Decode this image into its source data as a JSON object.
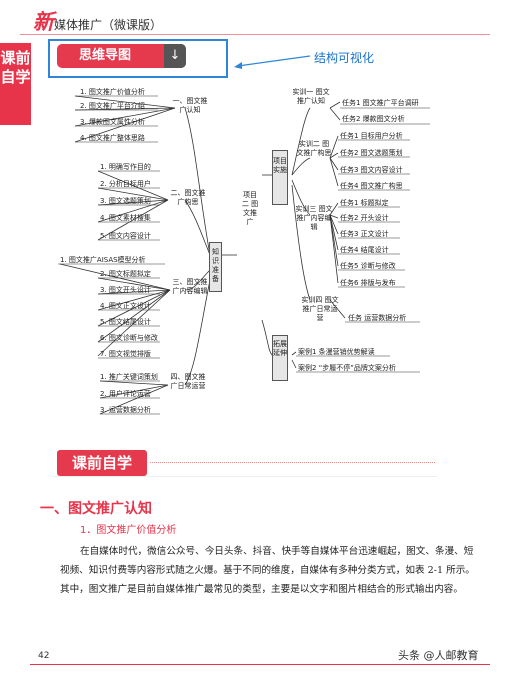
{
  "brand": {
    "big": "新",
    "rest": "媒体推广（微课版）"
  },
  "side_tab": "课前自学",
  "mindmap_button": {
    "label": "思维导图",
    "icon": "↓"
  },
  "callout": "结构可视化",
  "mindmap": {
    "center": "项目二 图文推广",
    "knowledge_branch": "知识准备",
    "practice_branch": "项目实施",
    "extend_branch": "拓展延伸",
    "k1": {
      "title": "一、图文推广认知",
      "items": [
        "1. 图文推广价值分析",
        "2. 图文推广平台介绍",
        "3. 爆款图文属性分析",
        "4. 图文推广整体思路"
      ]
    },
    "k2": {
      "title": "二、图文推广构思",
      "items": [
        "1. 明确写作目的",
        "2. 分析目标用户",
        "3. 图文选题策划",
        "4. 图文素材搜集",
        "5. 图文内容设计"
      ]
    },
    "k3": {
      "title": "三、图文推广内容编辑",
      "items": [
        "1. 图文推广AISAS模型分析",
        "2. 图文标题拟定",
        "3. 图文开头设计",
        "4. 图文正文设计",
        "5. 图文结尾设计",
        "6. 图文诊断与修改",
        "7. 图文视觉排版"
      ]
    },
    "k4": {
      "title": "四、图文推广日常运营",
      "items": [
        "1. 推广关键词策划",
        "2. 用户评论运营",
        "3. 运营数据分析"
      ]
    },
    "p1": {
      "title": "实训一 图文推广认知",
      "items": [
        "任务1 图文推广平台调研",
        "任务2 爆款图文分析"
      ]
    },
    "p2": {
      "title": "实训二 图文推广构思",
      "items": [
        "任务1 目标用户分析",
        "任务2 图文选题策划",
        "任务3 图文内容设计",
        "任务4 图文推广构思"
      ]
    },
    "p3": {
      "title": "实训三 图文推广内容编辑",
      "items": [
        "任务1 标题拟定",
        "任务2 开头设计",
        "任务3 正文设计",
        "任务4 结尾设计",
        "任务5 诊断与修改",
        "任务6 排版与发布"
      ]
    },
    "p4": {
      "title": "实训四 图文推广日常运营",
      "items": [
        "任务 运营数据分析"
      ]
    },
    "e1": {
      "items": [
        "案例1 条漫营销优势解读",
        "案例2 “步履不停”品牌文案分析"
      ]
    }
  },
  "section_heading": "课前自学",
  "h1": "一、图文推广认知",
  "h2": "1．图文推广价值分析",
  "paragraph": "在自媒体时代，微信公众号、今日头条、抖音、快手等自媒体平台迅速崛起，图文、条漫、短视频、知识付费等内容形式随之火爆。基于不同的维度，自媒体有多种分类方式，如表 2-1 所示。其中，图文推广是目前自媒体推广最常见的类型，主要是以文字和图片相结合的形式输出内容。",
  "page_number": "42",
  "watermark": "头条 @人邮教育"
}
